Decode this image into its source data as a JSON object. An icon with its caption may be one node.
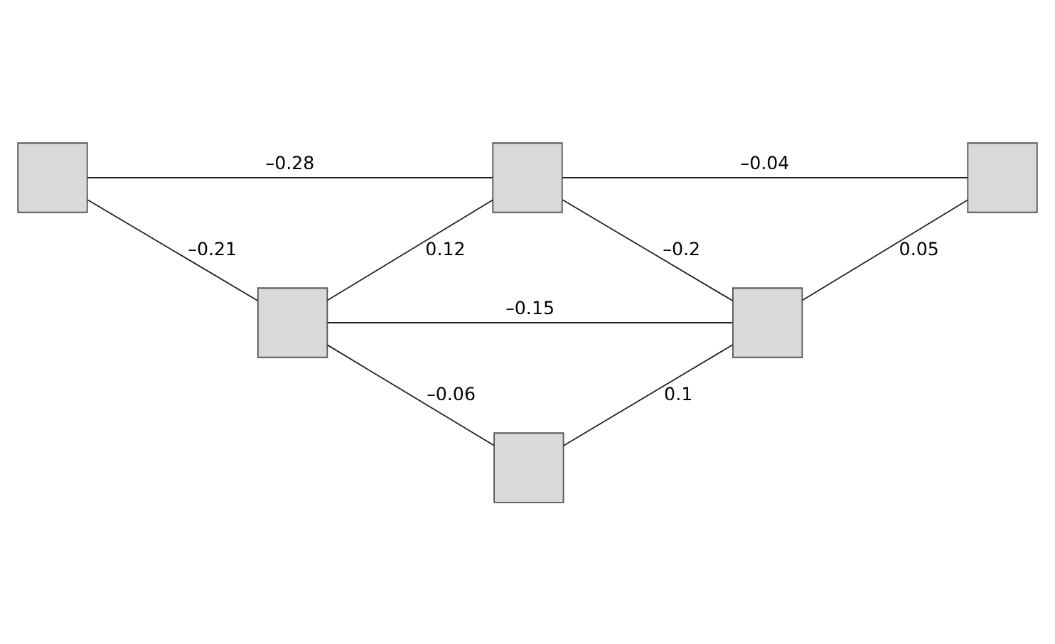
{
  "diagram": {
    "nodes": [
      {
        "text": [],
        "shape": "box"
      },
      {
        "text": [],
        "shape": "box"
      },
      {
        "text": [],
        "shape": "box"
      },
      {
        "text": [],
        "shape": "box"
      },
      {
        "text": [],
        "shape": "box"
      },
      {
        "text": [],
        "shape": "box"
      }
    ],
    "edges": [
      {
        "from": 0,
        "to": 1,
        "arrow": "none",
        "label": "–0.28"
      },
      {
        "from": 1,
        "to": 2,
        "arrow": "none",
        "label": "–0.04"
      },
      {
        "from": 0,
        "to": 3,
        "arrow": "none",
        "label": "–0.21"
      },
      {
        "from": 1,
        "to": 3,
        "arrow": "none",
        "label": "0.12"
      },
      {
        "from": 1,
        "to": 4,
        "arrow": "none",
        "label": "–0.2"
      },
      {
        "from": 2,
        "to": 4,
        "arrow": "none",
        "label": "0.05"
      },
      {
        "from": 3,
        "to": 4,
        "arrow": "none",
        "label": "–0.15"
      },
      {
        "from": 3,
        "to": 5,
        "arrow": "none",
        "label": "–0.06"
      },
      {
        "from": 4,
        "to": 5,
        "arrow": "none",
        "label": "0.1"
      }
    ]
  }
}
